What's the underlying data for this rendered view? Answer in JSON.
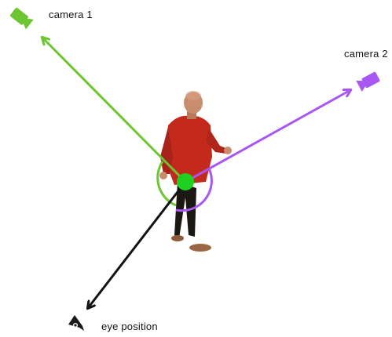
{
  "labels": {
    "camera1": "camera 1",
    "camera2": "camera 2",
    "eye": "eye position"
  },
  "colors": {
    "camera1": "#6cc531",
    "camera2": "#a857f2",
    "eye": "#111111",
    "center": "#1fd11f",
    "shirt": "#c42a1c",
    "skin": "#c98c6c",
    "trousers": "#1b1712"
  },
  "icons": {
    "camera1": "camera-icon",
    "camera2": "camera-icon",
    "eye": "eye-icon",
    "person": "person-figure"
  }
}
